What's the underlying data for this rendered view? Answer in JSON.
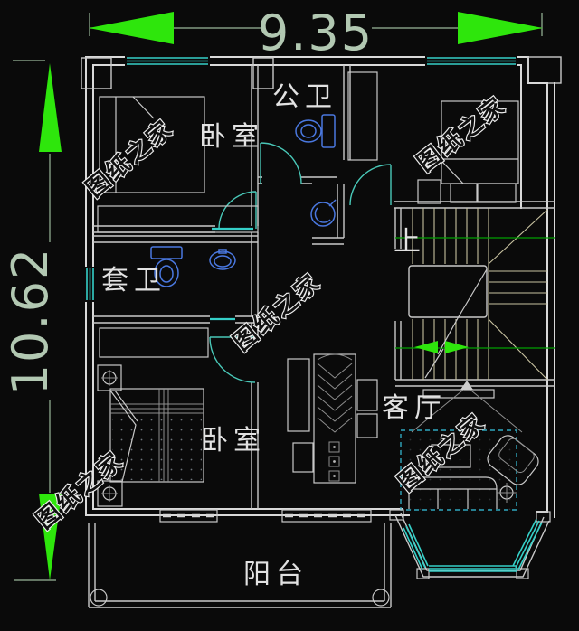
{
  "dimensions": {
    "width": "9.35",
    "height": "10.62"
  },
  "rooms": {
    "bedroom_top": "卧室",
    "bedroom_bottom": "卧室",
    "public_bathroom": "公卫",
    "ensuite_bathroom": "套卫",
    "living_room": "客厅",
    "balcony": "阳台",
    "stairs_direction": "上"
  },
  "watermark": {
    "text": "图纸之家"
  },
  "colors": {
    "background": "#0a0a0a",
    "wall": "#d9d9d9",
    "window_cyan": "#35d0c8",
    "door_cyan": "#49c8b8",
    "fixture_blue": "#4a78e0",
    "arrow_green": "#2ee60c",
    "stair_guide_green": "#009f00",
    "stair_tread": "#c8c2a0",
    "dim_text": "#b2c8b2",
    "watermark_stroke": "#ededed"
  }
}
